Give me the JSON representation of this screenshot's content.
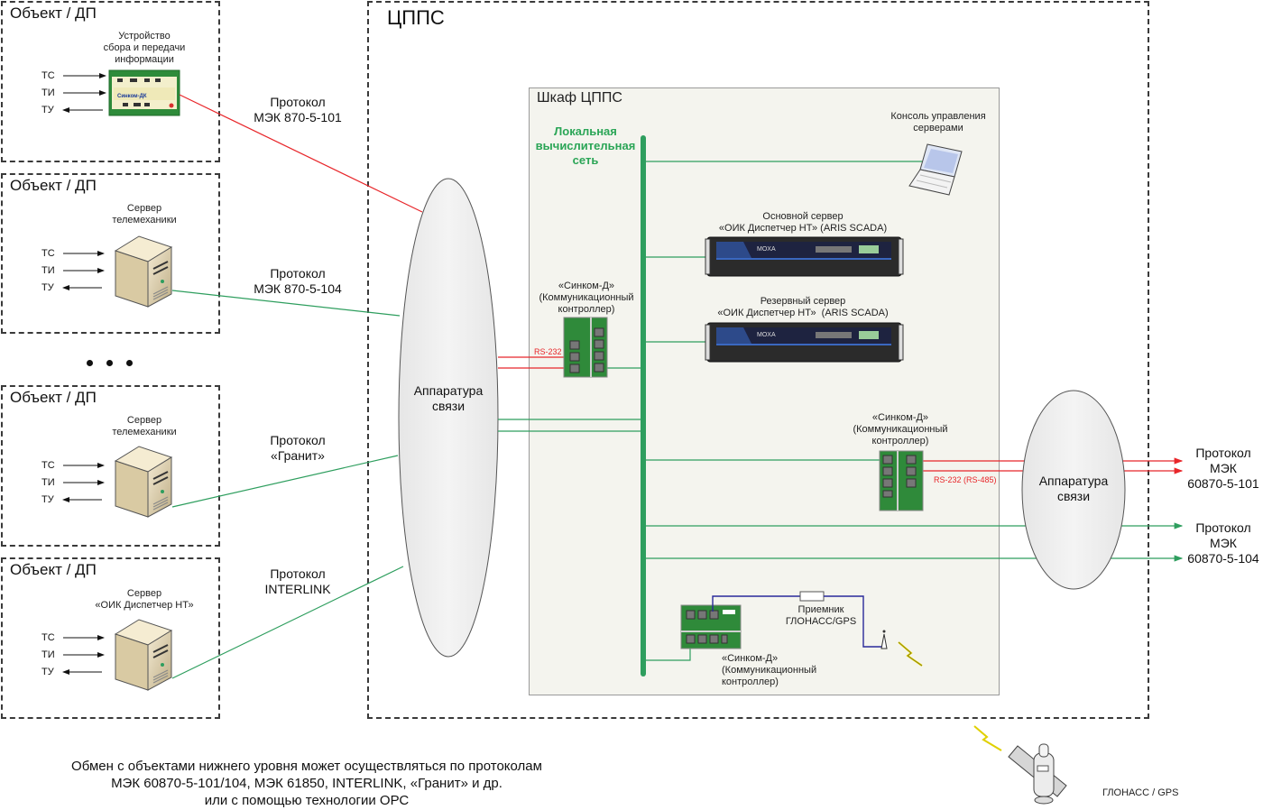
{
  "objects": [
    {
      "title": "Объект / ДП",
      "device_label": "Устройство\nсбора и передачи\nинформации",
      "device_type": "sinkom-dk-controller",
      "device_caption": "Синком-ДК",
      "signals": [
        "ТС",
        "ТИ",
        "ТУ"
      ],
      "protocol": "Протокол\nМЭК 870-5-101",
      "link_color": "#e8262a"
    },
    {
      "title": "Объект / ДП",
      "device_label": "Сервер\nтелемеханики",
      "device_type": "server-tower",
      "signals": [
        "ТС",
        "ТИ",
        "ТУ"
      ],
      "protocol": "Протокол\nМЭК 870-5-104",
      "link_color": "#2e9e5e"
    },
    {
      "title": "Объект / ДП",
      "device_label": "Сервер\nтелемеханики",
      "device_type": "server-tower",
      "signals": [
        "ТС",
        "ТИ",
        "ТУ"
      ],
      "protocol": "Протокол\n«Гранит»",
      "link_color": "#2e9e5e"
    },
    {
      "title": "Объект / ДП",
      "device_label": "Сервер\n«ОИК Диспетчер НТ»",
      "device_type": "server-tower",
      "signals": [
        "ТС",
        "ТИ",
        "ТУ"
      ],
      "protocol": "Протокол\nINTERLINK",
      "link_color": "#2e9e5e"
    }
  ],
  "ellipsis": "• • •",
  "cpps": {
    "title": "ЦППС",
    "cabinet_title": "Шкаф ЦППС",
    "lan_label": "Локальная\nвычислительная\nсеть",
    "comm_left": "Аппаратура\nсвязи",
    "comm_right": "Аппаратура\nсвязи",
    "console_label": "Консоль управления\nсерверами",
    "main_server_label": "Основной сервер\n«ОИК Диспетчер НТ» (ARIS SCADA)",
    "backup_server_label": "Резервный сервер\n«ОИК Диспетчер НТ»  (ARIS SCADA)",
    "server_brand": "MOXA",
    "controller1_label": "«Синком-Д»\n(Коммуникационный\nконтроллер)",
    "controller1_port_label": "RS-232",
    "controller2_label": "«Синком-Д»\n(Коммуникационный\nконтроллер)",
    "controller2_port_label": "RS-232 (RS-485)",
    "controller3_label": "«Синком-Д»\n(Коммуникационный\nконтроллер)",
    "gps_receiver_label": "Приемник\nГЛОНАСС/GPS"
  },
  "outputs": [
    {
      "label": "Протокол\nМЭК\n60870-5-101",
      "color": "#e8262a"
    },
    {
      "label": "Протокол\nМЭК\n60870-5-104",
      "color": "#2e9e5e"
    }
  ],
  "satellite_label": "ГЛОНАСС / GPS",
  "footer": "Обмен с объектами нижнего уровня может осуществляться по протоколам\nМЭК 60870-5-101/104, МЭК 61850, INTERLINK, «Гранит» и др.\nили с помощью технологии ОРС",
  "colors": {
    "lan_green": "#2e9e5e",
    "serial_red": "#e8262a",
    "gps_blue": "#2a2a9a",
    "cabinet_bg": "#f4f4ee",
    "comm_ellipse": "#efefef"
  }
}
